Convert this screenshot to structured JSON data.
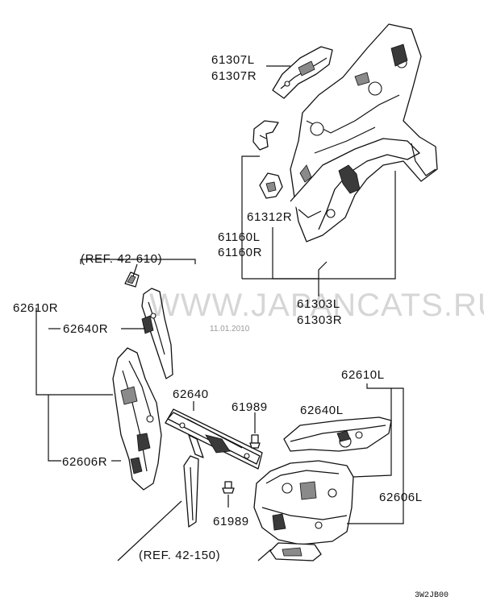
{
  "labels": {
    "p61307L": "61307L",
    "p61307R": "61307R",
    "p61312R": "61312R",
    "p61160L": "61160L",
    "p61160R": "61160R",
    "ref_42_610": "(REF. 42-610)",
    "p62610R": "62610R",
    "p62640R": "62640R",
    "p61303L": "61303L",
    "p61303R": "61303R",
    "p62610L": "62610L",
    "p62640": "62640",
    "p61989_top": "61989",
    "p62640L": "62640L",
    "p62606R": "62606R",
    "p62606L": "62606L",
    "p61989_bottom": "61989",
    "ref_42_150": "(REF. 42-150)"
  },
  "watermark": "WWW.JAPANCATS.RU",
  "date": "11.01.2010",
  "diagram_code": "3W2JB00",
  "colors": {
    "line": "#111111",
    "background": "#ffffff",
    "watermark": "#000000"
  }
}
